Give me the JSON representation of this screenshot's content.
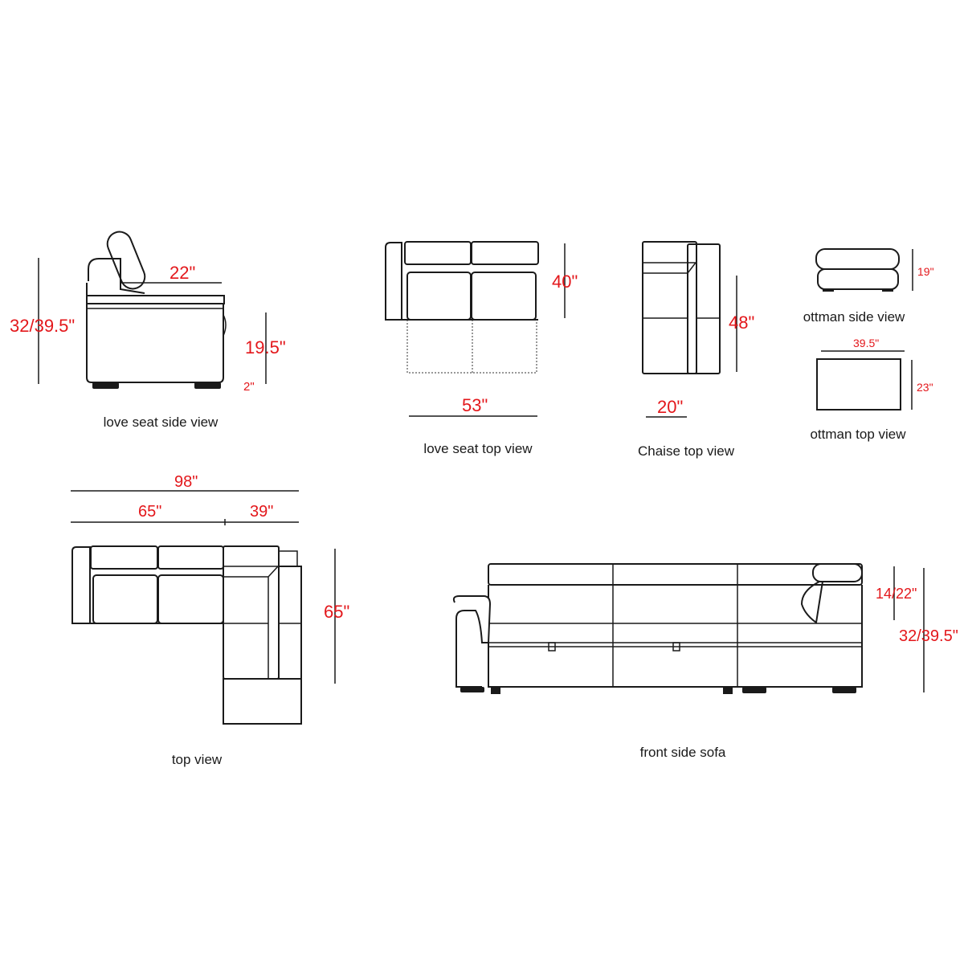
{
  "colors": {
    "dimension": "#e3171b",
    "line": "#1a1a1a",
    "background": "#ffffff"
  },
  "love_seat_side": {
    "caption": "love seat side view",
    "height": "32/39.5\"",
    "depth": "22\"",
    "seat_height": "19.5\"",
    "leg": "2\""
  },
  "love_seat_top": {
    "caption": "love seat top view",
    "width": "53\"",
    "depth": "40\""
  },
  "chaise_top": {
    "caption": "Chaise top view",
    "width": "20\"",
    "depth": "48\""
  },
  "ottoman_side": {
    "caption": "ottman side view",
    "height": "19\""
  },
  "ottoman_top": {
    "caption": "ottman top view",
    "width": "39.5\"",
    "depth": "23\""
  },
  "sectional_top": {
    "caption": "top view",
    "total_width": "98\"",
    "left_width": "65\"",
    "right_width": "39\"",
    "depth": "65\""
  },
  "front_sofa": {
    "caption": "front side sofa",
    "headrest": "14/22\"",
    "height": "32/39.5\""
  }
}
